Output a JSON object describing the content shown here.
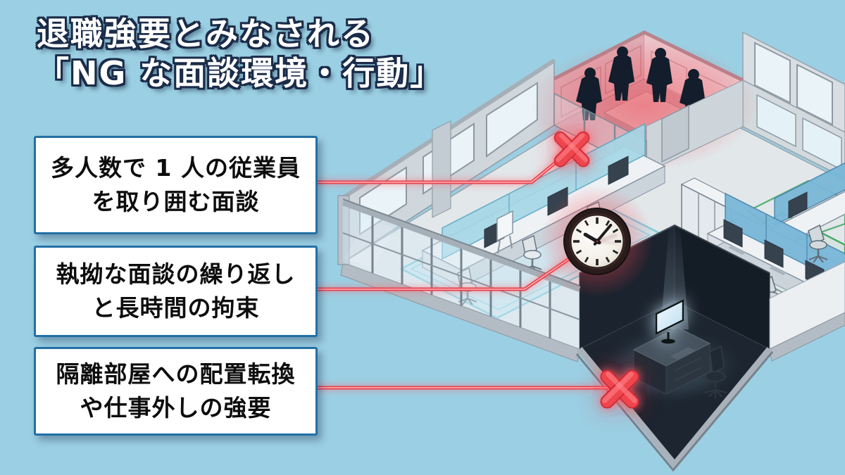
{
  "title": {
    "line1": "退職強要とみなされる",
    "line2": "「NG な面談環境・行動」"
  },
  "callouts": [
    {
      "id": "crowded-interview",
      "line1": "多人数で 1 人の従業員",
      "line2": "を取り囲む面談"
    },
    {
      "id": "repeated-interview",
      "line1": "執拗な面談の繰り返し",
      "line2": "と長時間の拘束"
    },
    {
      "id": "isolation-room",
      "line1": "隔離部屋への配置転換",
      "line2": "や仕事外しの強要"
    }
  ],
  "icons": {
    "ng_mark": "x-icon",
    "long_hours": "clock-icon"
  },
  "colors": {
    "background": "#9bcfe3",
    "callout_border": "#2270a5",
    "callout_text": "#0d0d0d",
    "title_fill": "#ffffff",
    "title_outline": "#1a2c49",
    "alert_red": "#e8434e",
    "meeting_room_pink": "#e0aab3",
    "dark_room": "#1c2530",
    "zone_green": "#46ab66",
    "zone_teal": "#63c1d5"
  }
}
